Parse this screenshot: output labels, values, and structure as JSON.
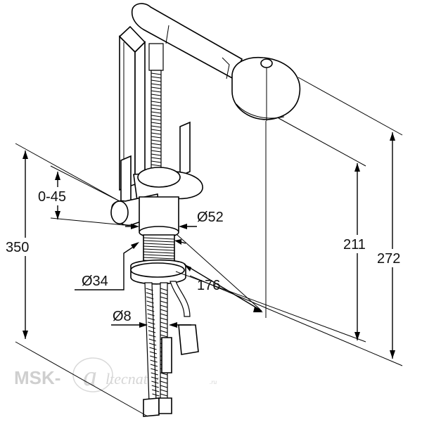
{
  "dimensions": {
    "reach_angle": "0-45",
    "total_height": "350",
    "body_diameter": "Ø52",
    "base_diameter": "Ø34",
    "spout_reach": "176",
    "hose_diameter": "Ø8",
    "spout_height": "211",
    "overall_height": "272"
  },
  "watermark": {
    "brand": "MSK-",
    "script": "ltecnativa",
    "tld": ".ru"
  },
  "colors": {
    "line": "#000000",
    "watermark": "#cfcfcf"
  }
}
